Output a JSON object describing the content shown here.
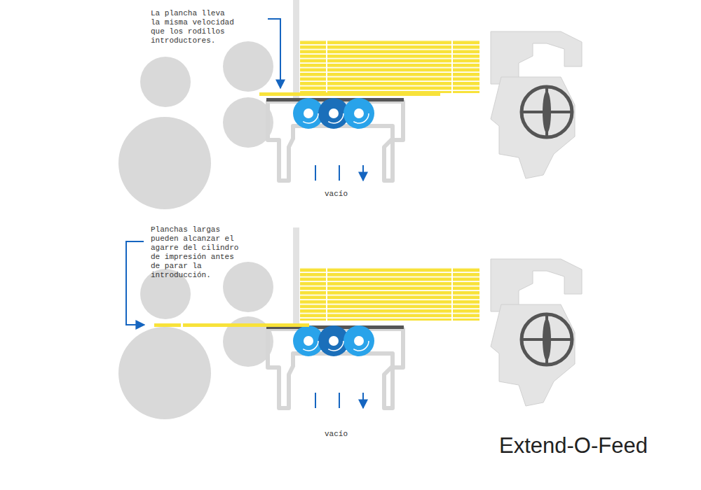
{
  "diagram": {
    "labels": [
      "La plancha lleva la misma velocidad que los rodillos introductores.",
      "vacío",
      "Planchas largas pueden alcanzar el agarre del cilindro de impresión antes de parar la introducción.",
      "vacío",
      "Extend-O-Feed"
    ]
  }
}
